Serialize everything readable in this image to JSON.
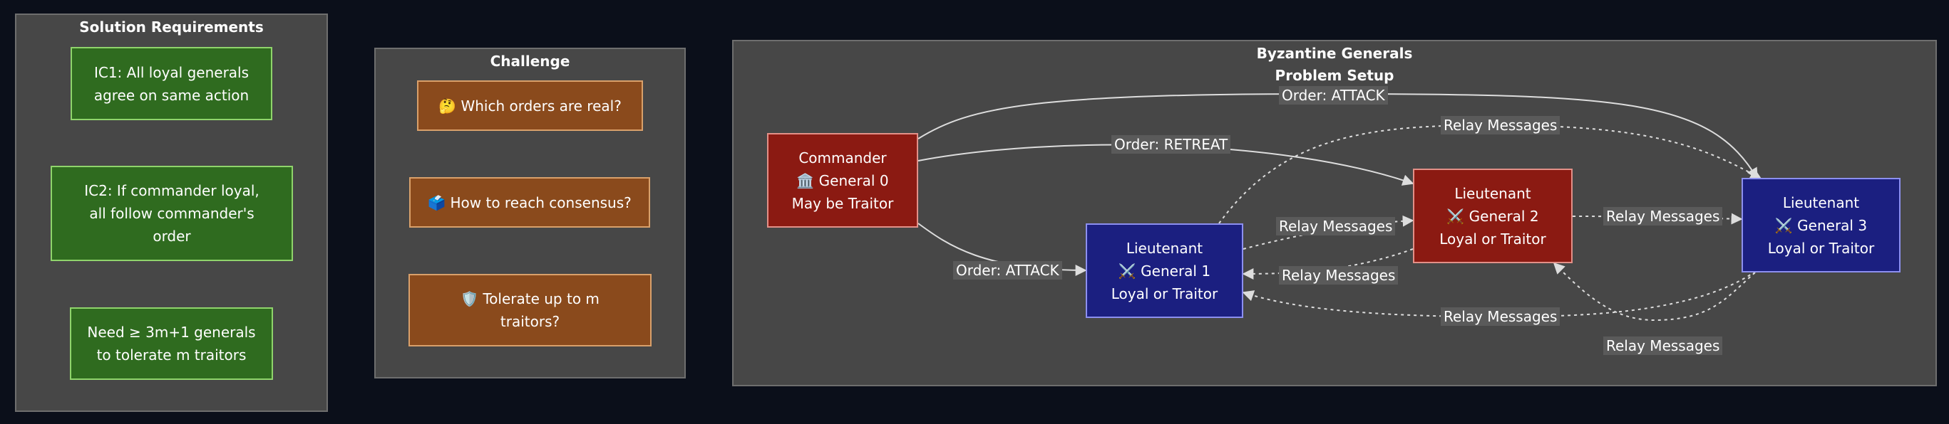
{
  "clusters": {
    "requirements": {
      "title": "Solution Requirements",
      "nodes": [
        [
          "IC1: All loyal generals",
          "agree on same action"
        ],
        [
          "IC2: If commander loyal,",
          "all follow commander's",
          "order"
        ],
        [
          "Need ≥ 3m+1 generals",
          "to tolerate m traitors"
        ]
      ]
    },
    "challenge": {
      "title": "Challenge",
      "nodes": [
        [
          "🤔 Which orders are real?"
        ],
        [
          "🗳️ How to reach consensus?"
        ],
        [
          "🛡️ Tolerate up to m",
          "traitors?"
        ]
      ]
    },
    "setup": {
      "title_line1": "Byzantine Generals",
      "title_line2": "Problem Setup",
      "commander": [
        "Commander",
        "🏛️ General 0",
        "May be Traitor"
      ],
      "general1": [
        "Lieutenant",
        "⚔️ General 1",
        "Loyal or Traitor"
      ],
      "general2": [
        "Lieutenant",
        "⚔️ General 2",
        "Loyal or Traitor"
      ],
      "general3": [
        "Lieutenant",
        "⚔️ General 3",
        "Loyal or Traitor"
      ]
    }
  },
  "edge_labels": {
    "order_attack_g3": "Order: ATTACK",
    "order_retreat_g2": "Order: RETREAT",
    "order_attack_g1": "Order: ATTACK",
    "relay_g1_g3": "Relay Messages",
    "relay_g1_g2": "Relay Messages",
    "relay_g2_g1": "Relay Messages",
    "relay_g2_g3": "Relay Messages",
    "relay_g3_g1": "Relay Messages",
    "relay_g3_g2": "Relay Messages"
  },
  "colors": {
    "background": "#0b0f1a",
    "cluster": "#474747",
    "requirement": "#2f6b1f",
    "challenge": "#8a4a1c",
    "commander": "#8b1a12",
    "lieutenant": "#1b1f80",
    "edge": "#dddddd"
  }
}
